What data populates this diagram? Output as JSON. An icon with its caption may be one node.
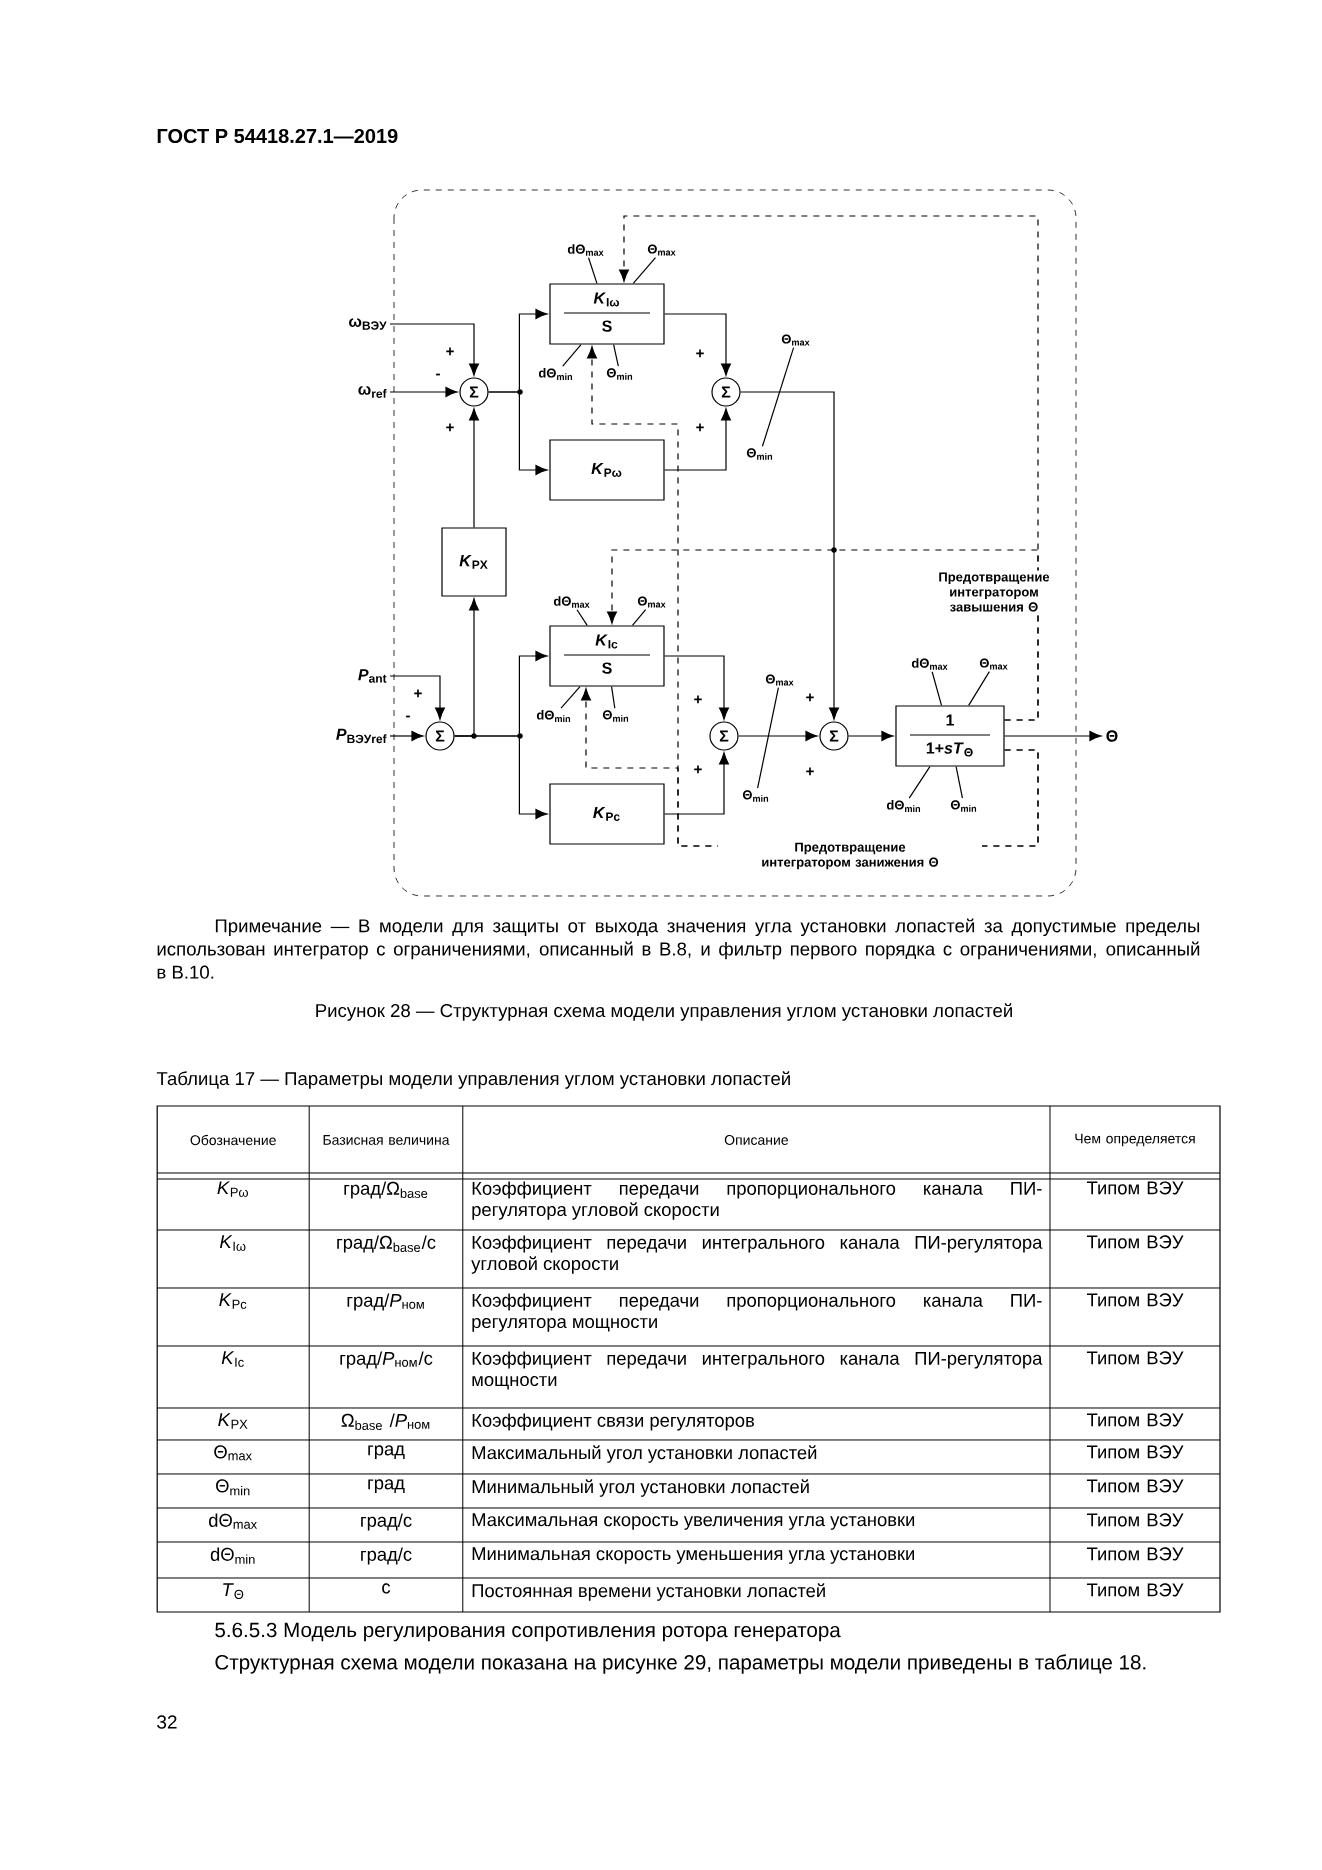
{
  "diagram": {
    "caption": "Рисунок 28 — Структурная схема модели управления углом установки лопастей",
    "nodes": [
      {
        "text": [
          "ω$_{ВЭУ}$"
        ]
      },
      {
        "text": [
          "ω$_{ref}$"
        ]
      },
      {
        "text": [
          "Σ"
        ]
      },
      {
        "text": [
          "*K*$_{Iω}$",
          "S"
        ]
      },
      {
        "text": [
          "*K*$_{Pω}$"
        ]
      },
      {
        "text": [
          "Σ"
        ]
      },
      {
        "text": [
          "*K*$_{PX}$"
        ]
      },
      {
        "text": [
          "*P*$_{ant}$"
        ]
      },
      {
        "text": [
          "*P*$_{ВЭУref}$"
        ]
      },
      {
        "text": [
          "Σ"
        ]
      },
      {
        "text": [
          "*K*$_{Ic}$",
          "S"
        ]
      },
      {
        "text": [
          "*K*$_{Pc}$"
        ]
      },
      {
        "text": [
          "Σ"
        ]
      },
      {
        "text": [
          "Σ"
        ]
      },
      {
        "text": [
          "1",
          "1+*sT*$_{Θ}$"
        ]
      },
      {
        "text": [
          "Θ"
        ]
      },
      {
        "text": [
          "dΘ$_{max}$"
        ]
      },
      {
        "text": [
          "Θ$_{max}$"
        ]
      },
      {
        "text": [
          "dΘ$_{min}$"
        ]
      },
      {
        "text": [
          "Θ$_{min}$"
        ]
      },
      {
        "text": [
          "Θ$_{max}$"
        ]
      },
      {
        "text": [
          "Θ$_{min}$"
        ]
      },
      {
        "text": [
          "dΘ$_{max}$"
        ]
      },
      {
        "text": [
          "Θ$_{max}$"
        ]
      },
      {
        "text": [
          "dΘ$_{min}$"
        ]
      },
      {
        "text": [
          "Θ$_{min}$"
        ]
      },
      {
        "text": [
          "Θ$_{max}$"
        ]
      },
      {
        "text": [
          "Θ$_{min}$"
        ]
      },
      {
        "text": [
          "dΘ$_{max}$"
        ]
      },
      {
        "text": [
          "Θ$_{max}$"
        ]
      },
      {
        "text": [
          "dΘ$_{min}$"
        ]
      },
      {
        "text": [
          "Θ$_{min}$"
        ]
      }
    ],
    "edges": [
      {
        "from": 0,
        "to": 2,
        "arrow": "to"
      },
      {
        "from": 1,
        "to": 2,
        "arrow": "to"
      },
      {
        "from": 6,
        "to": 2,
        "arrow": "to"
      },
      {
        "from": 2,
        "to": 3,
        "arrow": "to"
      },
      {
        "from": 2,
        "to": 4,
        "arrow": "to"
      },
      {
        "from": 3,
        "to": 5,
        "arrow": "to"
      },
      {
        "from": 4,
        "to": 5,
        "arrow": "to"
      },
      {
        "from": 5,
        "to": 13,
        "arrow": "to"
      },
      {
        "from": 7,
        "to": 9,
        "arrow": "to"
      },
      {
        "from": 8,
        "to": 9,
        "arrow": "to"
      },
      {
        "from": 9,
        "to": 6,
        "arrow": "to"
      },
      {
        "from": 9,
        "to": 10,
        "arrow": "to"
      },
      {
        "from": 9,
        "to": 11,
        "arrow": "to"
      },
      {
        "from": 10,
        "to": 12,
        "arrow": "to"
      },
      {
        "from": 11,
        "to": 12,
        "arrow": "to"
      },
      {
        "from": 12,
        "to": 13,
        "arrow": "to"
      },
      {
        "from": 13,
        "to": 14,
        "arrow": "to"
      },
      {
        "from": 14,
        "to": 15,
        "arrow": "to"
      },
      {
        "from": 14,
        "to": 3,
        "arrow": "to",
        "style": "dashed"
      },
      {
        "from": 14,
        "to": 10,
        "arrow": "to",
        "style": "dashed",
        "label": "Предотвращение интегратором завышения Θ"
      },
      {
        "from": 14,
        "to": 3,
        "arrow": "to",
        "style": "dashed",
        "label": "Предотвращение интегратором занижения Θ"
      },
      {
        "from": 14,
        "to": 10,
        "arrow": "to",
        "style": "dashed"
      },
      {
        "from": 16,
        "to": 3,
        "arrow": "none"
      },
      {
        "from": 17,
        "to": 3,
        "arrow": "none"
      },
      {
        "from": 18,
        "to": 3,
        "arrow": "none"
      },
      {
        "from": 19,
        "to": 3,
        "arrow": "none"
      },
      {
        "from": 20,
        "to": 21,
        "arrow": "none"
      },
      {
        "from": 22,
        "to": 10,
        "arrow": "none"
      },
      {
        "from": 23,
        "to": 10,
        "arrow": "none"
      },
      {
        "from": 24,
        "to": 10,
        "arrow": "none"
      },
      {
        "from": 25,
        "to": 10,
        "arrow": "none"
      },
      {
        "from": 26,
        "to": 27,
        "arrow": "none"
      },
      {
        "from": 28,
        "to": 14,
        "arrow": "none"
      },
      {
        "from": 29,
        "to": 14,
        "arrow": "none"
      },
      {
        "from": 30,
        "to": 14,
        "arrow": "none"
      },
      {
        "from": 31,
        "to": 14,
        "arrow": "none"
      }
    ],
    "labels": [
      "ГОСТ Р 54418.27.1—2019",
      "+",
      "-",
      "+",
      "+",
      "+",
      "+",
      "-",
      "+",
      "+",
      "+",
      "+",
      "Примечание — В модели для защиты от выхода значения угла установки лопастей за допустимые пределы использован интегратор с ограничениями, описанный в В.8, и фильтр первого порядка с ограничениями, описанный в В.10.",
      "Таблица 17 — Параметры модели управления углом установки лопастей",
      "Обозначение",
      "Базисная величина",
      "Описание",
      "Чем определяется",
      "*K*$_{Pω}$",
      "град/Ω$_{base}$",
      "Коэффициент передачи пропорционального канала ПИ-регулятора угловой скорости",
      "Типом ВЭУ",
      "*K*$_{Iω}$",
      "град/Ω$_{base}$/с",
      "Коэффициент передачи интегрального канала ПИ-регулятора угловой скорости",
      "Типом ВЭУ",
      "*K*$_{Pc}$",
      "град/*P*$_{ном}$",
      "Коэффициент передачи пропорционального канала ПИ-регулятора мощности",
      "Типом ВЭУ",
      "*K*$_{Ic}$",
      "град/*P*$_{ном}$/с",
      "Коэффициент передачи интегрального канала ПИ-регулятора мощности",
      "Типом ВЭУ",
      "*K*$_{PX}$",
      "Ω$_{base}$ /*P*$_{ном}$",
      "Коэффициент связи регуляторов",
      "Типом ВЭУ",
      "Θ$_{max}$",
      "град",
      "Максимальный угол установки лопастей",
      "Типом ВЭУ",
      "Θ$_{min}$",
      "град",
      "Минимальный угол установки лопастей",
      "Типом ВЭУ",
      "dΘ$_{max}$",
      "град/с",
      "Максимальная скорость увеличения угла установки",
      "Типом ВЭУ",
      "dΘ$_{min}$",
      "град/с",
      "Минимальная скорость уменьшения угла установки",
      "Типом ВЭУ",
      "*T*$_{Θ}$",
      "с",
      "Постоянная времени установки лопастей",
      "Типом ВЭУ",
      "5.6.5.3 Модель регулирования сопротивления ротора генератора",
      "Структурная схема модели показана на рисунке 29, параметры модели приведены в таблице 18.",
      "32"
    ]
  }
}
